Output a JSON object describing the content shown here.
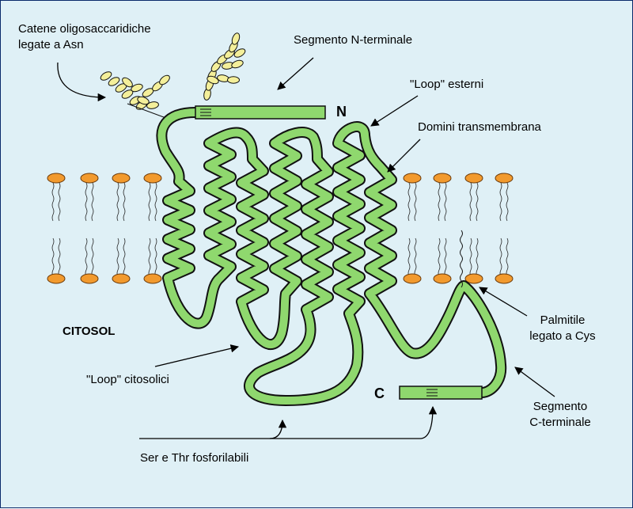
{
  "labels": {
    "oligo_1": "Catene oligosaccaridiche",
    "oligo_2": "legate a Asn",
    "n_segment": "Segmento N-terminale",
    "external_loops": "\"Loop\" esterni",
    "transmembrane": "Domini transmembrana",
    "n_letter": "N",
    "cytosol": "CITOSOL",
    "cytosolic_loops": "\"Loop\" citosolici",
    "palmityl_1": "Palmitile",
    "palmityl_2": "legato a Cys",
    "c_letter": "C",
    "c_segment_1": "Segmento",
    "c_segment_2": "C-terminale",
    "phospho": "Ser e Thr fosforilabili"
  },
  "colors": {
    "background": "#dff0f6",
    "ribbon": "#8fd86e",
    "ribbon_dark": "#6cbf4f",
    "lipid_head": "#f29a2e",
    "sugar": "#f4ef9a"
  }
}
